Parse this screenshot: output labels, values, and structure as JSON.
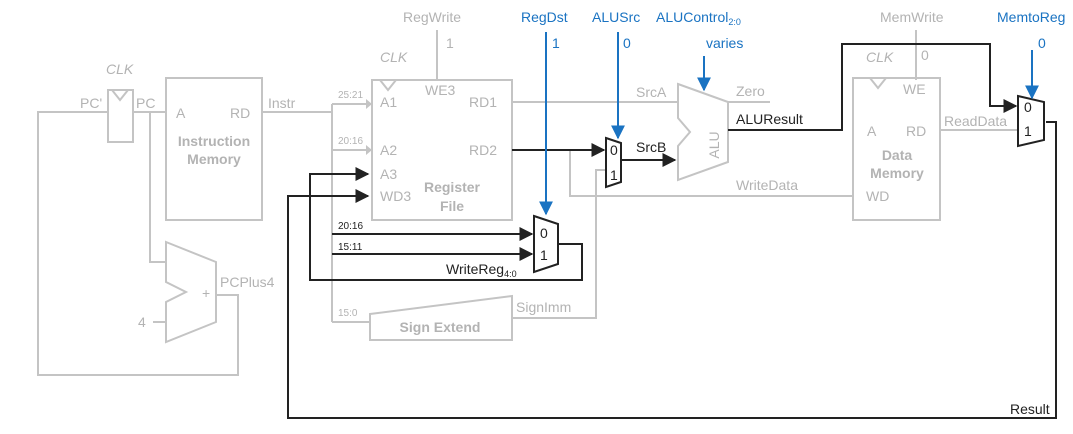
{
  "colors": {
    "faded": "#c4c4c4",
    "faded_text": "#b3b3b3",
    "active": "#222222",
    "control": "#1a73c2",
    "background": "#ffffff"
  },
  "labels": {
    "clk": "CLK",
    "pc_prime": "PC'",
    "pc": "PC",
    "imem_a": "A",
    "imem_rd": "RD",
    "imem_title_1": "Instruction",
    "imem_title_2": "Memory",
    "instr": "Instr",
    "four": "4",
    "plus": "+",
    "pcplus4": "PCPlus4",
    "regwrite": "RegWrite",
    "regwrite_val": "1",
    "f_25_21": "25:21",
    "f_20_16": "20:16",
    "f_20_16_b": "20:16",
    "f_15_11": "15:11",
    "f_15_0": "15:0",
    "rf_a1": "A1",
    "rf_a2": "A2",
    "rf_a3": "A3",
    "rf_wd3": "WD3",
    "rf_we3": "WE3",
    "rf_rd1": "RD1",
    "rf_rd2": "RD2",
    "rf_title_1": "Register",
    "rf_title_2": "File",
    "regdst": "RegDst",
    "regdst_val": "1",
    "alusrc": "ALUSrc",
    "alusrc_val": "0",
    "aluctrl": "ALUControl",
    "aluctrl_sub": "2:0",
    "aluctrl_val": "varies",
    "srca": "SrcA",
    "srcb": "SrcB",
    "zero": "Zero",
    "alu": "ALU",
    "aluresult": "ALUResult",
    "writedata": "WriteData",
    "writereg": "WriteReg",
    "writereg_sub": "4:0",
    "sign_extend": "Sign Extend",
    "signimm": "SignImm",
    "memwrite": "MemWrite",
    "memwrite_val": "0",
    "dm_we": "WE",
    "dm_a": "A",
    "dm_rd": "RD",
    "dm_wd": "WD",
    "dm_title_1": "Data",
    "dm_title_2": "Memory",
    "readdata": "ReadData",
    "memtoreg": "MemtoReg",
    "memtoreg_val": "0",
    "mux_0": "0",
    "mux_1": "1",
    "result": "Result"
  }
}
